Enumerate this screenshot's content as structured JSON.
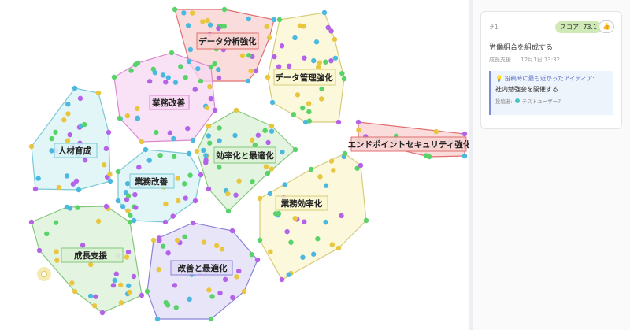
{
  "clusters": [
    {
      "label": "データ分析強化",
      "fill": "#f8d0d0",
      "stroke": "#e07070"
    },
    {
      "label": "データ管理強化",
      "fill": "#f9f6d0",
      "stroke": "#d6cc7a"
    },
    {
      "label": "業務改善",
      "fill": "#f7d8f3",
      "stroke": "#d98ad0"
    },
    {
      "label": "人材育成",
      "fill": "#d8f3f6",
      "stroke": "#7cc8d6"
    },
    {
      "label": "効率化と最適化",
      "fill": "#daf2d6",
      "stroke": "#86c67e"
    },
    {
      "label": "業務改善",
      "fill": "#d8f3f6",
      "stroke": "#7cc8d6"
    },
    {
      "label": "エンドポイントセキュリティ強化",
      "fill": "#f8d0d0",
      "stroke": "#e07070"
    },
    {
      "label": "業務効率化",
      "fill": "#f9f6d0",
      "stroke": "#d6cc7a"
    },
    {
      "label": "成長支援",
      "fill": "#daf2d6",
      "stroke": "#86c67e"
    },
    {
      "label": "改善と最適化",
      "fill": "#e0dcf6",
      "stroke": "#8a83d8"
    }
  ],
  "dot_colors": [
    "#b463e8",
    "#4bb8e0",
    "#5ad26a",
    "#e8c640"
  ],
  "card": {
    "rank": "#1",
    "score": "スコア: 73.1",
    "like_icon": "thumbs-up-icon",
    "title": "労働組合を組成する",
    "category": "成長支援",
    "date": "12月1日 13:32",
    "quote_header": "投稿時に最も近かったアイディア:",
    "quote_body": "社内勉強会を開催する",
    "poster_label": "投稿者:",
    "poster_name": "テストユーザー7"
  }
}
